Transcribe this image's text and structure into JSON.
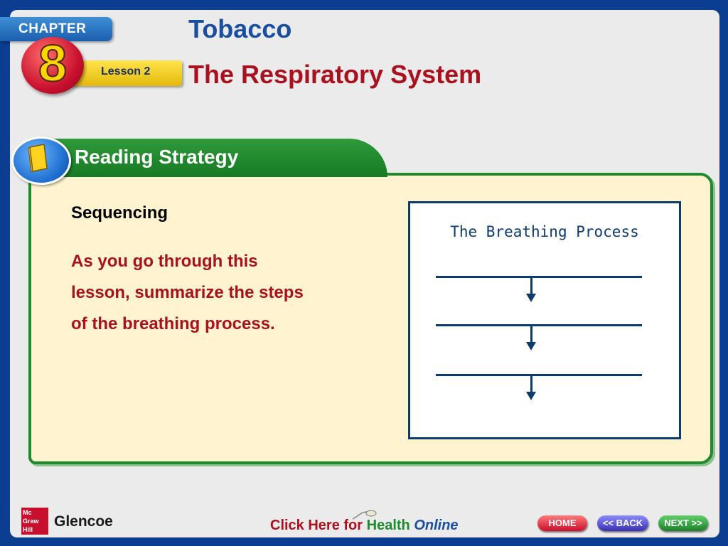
{
  "chapter": {
    "label": "CHAPTER",
    "number": "8",
    "lesson_label": "Lesson 2"
  },
  "header": {
    "title": "Tobacco",
    "subtitle": "The Respiratory System"
  },
  "section": {
    "tab_label": "Reading Strategy",
    "icon": "book-icon"
  },
  "content": {
    "heading": "Sequencing",
    "instruction": "As you go through this lesson, summarize the steps of the breathing process."
  },
  "diagram": {
    "title": "The Breathing Process",
    "steps": 3
  },
  "footer": {
    "publisher_logo": "Mc Graw Hill",
    "brand": "Glencoe",
    "click_here": "Click Here for",
    "health": "Health",
    "online": "Online",
    "nav": {
      "home": "HOME",
      "back": "<< BACK",
      "next": "NEXT >>"
    }
  },
  "colors": {
    "background_blue": "#0b3d91",
    "green": "#1f8a2e",
    "red": "#a8111e",
    "title_blue": "#1a4fa0",
    "content_bg": "#fff4cf"
  }
}
